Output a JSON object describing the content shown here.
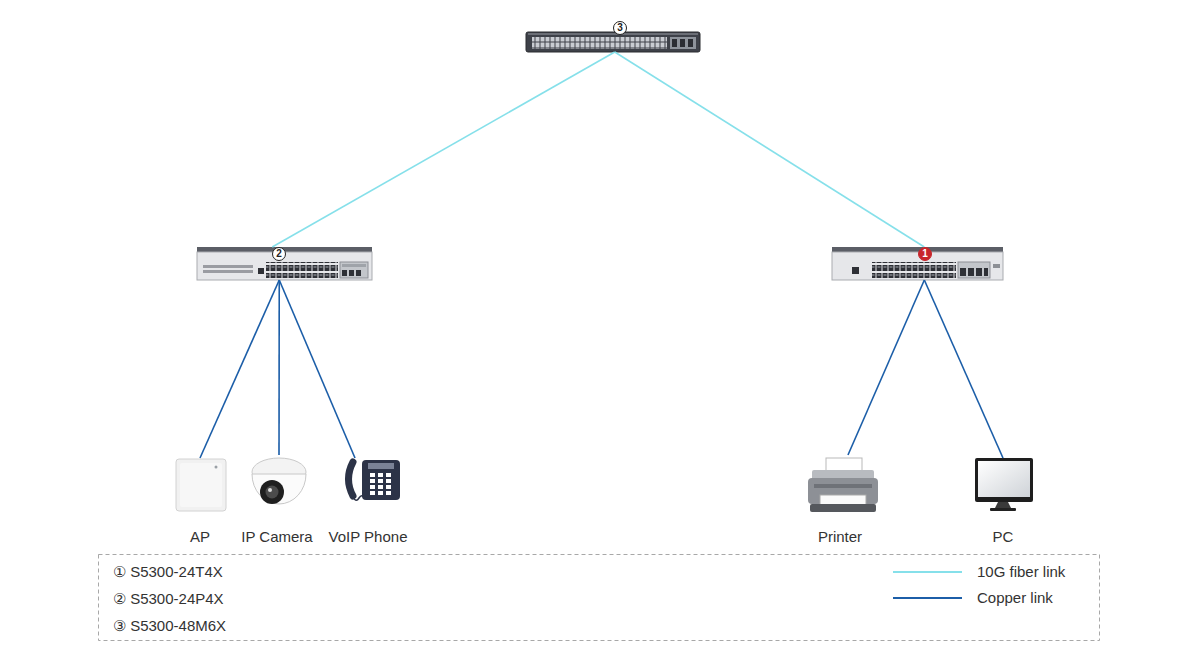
{
  "diagram": {
    "nodes": [
      {
        "text": [
          "3"
        ]
      },
      {
        "text": [
          "2"
        ]
      },
      {
        "text": [
          "1"
        ]
      },
      {
        "text": [
          "AP"
        ]
      },
      {
        "text": [
          "IP Camera"
        ]
      },
      {
        "text": [
          "VoIP Phone"
        ]
      },
      {
        "text": [
          "Printer"
        ]
      },
      {
        "text": [
          "PC"
        ]
      }
    ],
    "edges": [
      {
        "from": 0,
        "to": 1,
        "arrow": "none"
      },
      {
        "from": 0,
        "to": 2,
        "arrow": "none"
      },
      {
        "from": 1,
        "to": 3,
        "arrow": "none"
      },
      {
        "from": 1,
        "to": 4,
        "arrow": "none"
      },
      {
        "from": 1,
        "to": 5,
        "arrow": "none"
      },
      {
        "from": 2,
        "to": 6,
        "arrow": "none"
      },
      {
        "from": 2,
        "to": 7,
        "arrow": "none"
      }
    ],
    "labels": [
      "① S5300-24T4X",
      "② S5300-24P4X",
      "③ S5300-48M6X"
    ],
    "legend": [
      {
        "text": "10G fiber link"
      },
      {
        "text": "Copper link"
      }
    ]
  }
}
